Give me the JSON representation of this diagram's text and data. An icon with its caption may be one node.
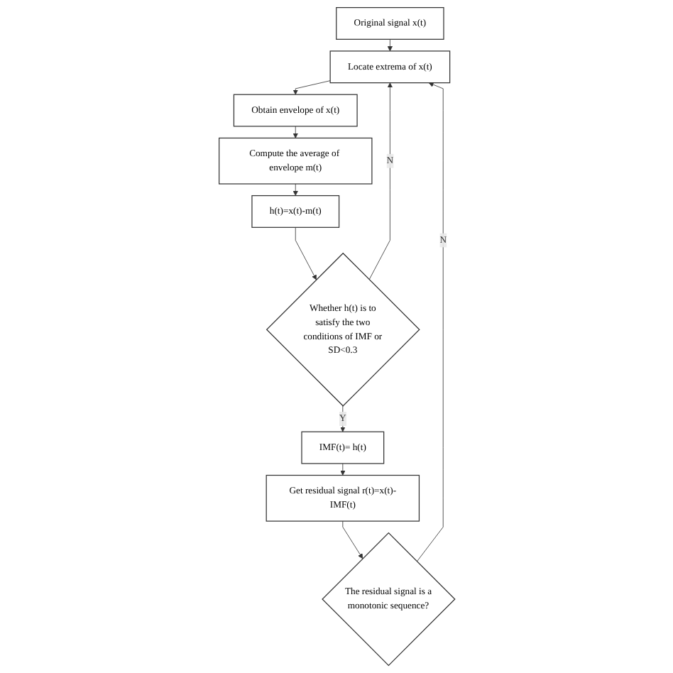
{
  "diagram": {
    "nodes": [
      {
        "text": [
          "Original signal x(t)"
        ]
      },
      {
        "text": [
          "Locate extrema of x(t)"
        ]
      },
      {
        "text": [
          "Obtain envelope of x(t)"
        ]
      },
      {
        "text": [
          "Compute the average of envelope m(t)"
        ]
      },
      {
        "text": [
          "h(t)=x(t)-m(t)"
        ]
      },
      {
        "text": [
          "Whether h(t) is to satisfy the two conditions of IMF or SD<0.3"
        ]
      },
      {
        "text": [
          "IMF(t)= h(t)"
        ]
      },
      {
        "text": [
          "Get residual signal r(t)=x(t)-IMF(t)"
        ]
      },
      {
        "text": [
          "The residual signal is a monotonic sequence?"
        ]
      }
    ],
    "edges": [
      {
        "from": 0,
        "to": 1,
        "arrow": "to"
      },
      {
        "from": 1,
        "to": 2,
        "arrow": "to"
      },
      {
        "from": 2,
        "to": 3,
        "arrow": "to"
      },
      {
        "from": 3,
        "to": 4,
        "arrow": "to"
      },
      {
        "from": 4,
        "to": 5,
        "arrow": "to"
      },
      {
        "from": 5,
        "to": 1,
        "arrow": "to",
        "label": "N"
      },
      {
        "from": 5,
        "to": 6,
        "arrow": "to",
        "label": "Y"
      },
      {
        "from": 6,
        "to": 7,
        "arrow": "to"
      },
      {
        "from": 7,
        "to": 8,
        "arrow": "to"
      },
      {
        "from": 8,
        "to": 1,
        "arrow": "to",
        "label": "N"
      }
    ]
  }
}
